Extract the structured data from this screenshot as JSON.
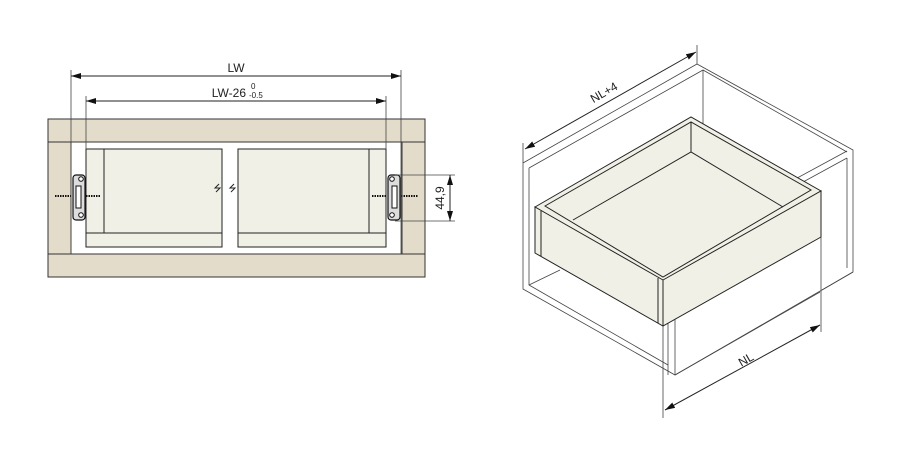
{
  "front_view": {
    "dim_lw": "LW",
    "dim_inner": "LW-26",
    "tol_upper": "0",
    "tol_lower": "-0.5",
    "dim_height": "44,9"
  },
  "iso_view": {
    "dim_depth_cabinet": "NL+4",
    "dim_depth_drawer": "NL"
  },
  "colors": {
    "wood": "#e4dccb",
    "panel": "#f1f0e6",
    "line": "#222222"
  }
}
